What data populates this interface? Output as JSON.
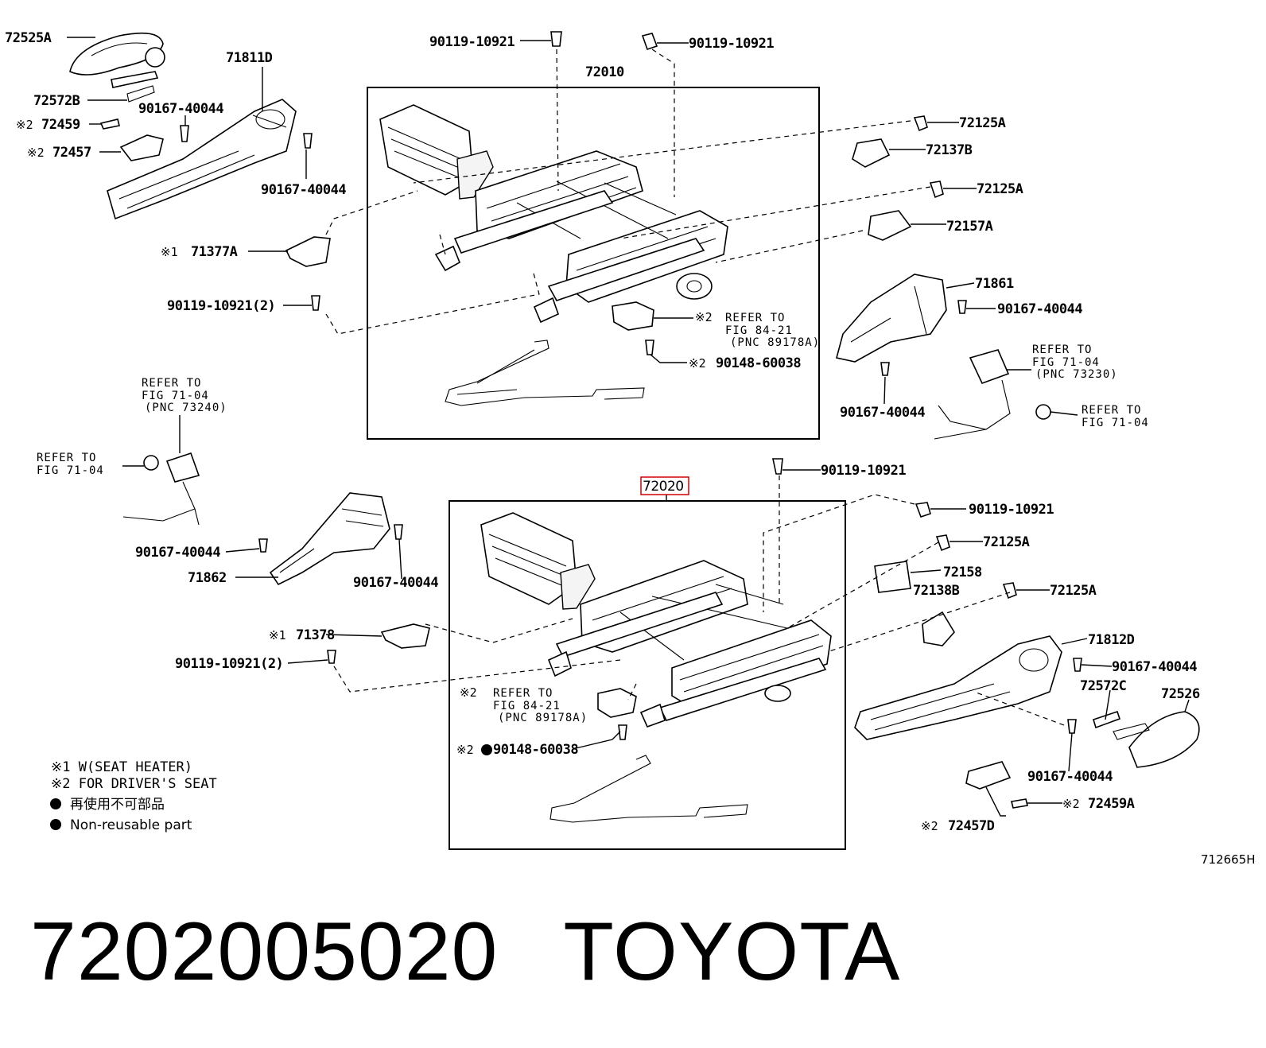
{
  "figure": {
    "figure_id": "712665H",
    "labels": {
      "p72525A": "72525A",
      "p72572B": "72572B",
      "p72459": "72459",
      "p72457": "72457",
      "p71811D": "71811D",
      "p90167_a": "90167-40044",
      "p90167_b": "90167-40044",
      "p90119_top1": "90119-10921",
      "p90119_top2": "90119-10921",
      "p72010": "72010",
      "p72125A_1": "72125A",
      "p72137B": "72137B",
      "p72125A_2": "72125A",
      "p72157A": "72157A",
      "p71377A": "71377A",
      "p90119_2a": "90119-10921(2)",
      "p71861": "71861",
      "p90167_c": "90167-40044",
      "p90167_d": "90167-40044",
      "p90148_a": "90148-60038",
      "p90119_mid": "90119-10921",
      "p72020": "72020",
      "p90119_r": "90119-10921",
      "p72125A_3": "72125A",
      "p72158": "72158",
      "p72138B": "72138B",
      "p72125A_4": "72125A",
      "p90167_e": "90167-40044",
      "p71862": "71862",
      "p90167_f": "90167-40044",
      "p71378": "71378",
      "p90119_2b": "90119-10921(2)",
      "p71812D": "71812D",
      "p90167_g": "90167-40044",
      "p72572C": "72572C",
      "p72526": "72526",
      "p90148_b": "90148-60038",
      "p90167_h": "90167-40044",
      "p72459A": "72459A",
      "p72457D": "72457D"
    },
    "marks": {
      "m1": "※1",
      "m2": "※2"
    },
    "refs": {
      "refer_to": "REFER TO",
      "fig_71_04": "FIG 71-04",
      "fig_84_21": "FIG 84-21",
      "pnc_89178A": "(PNC 89178A)",
      "pnc_73230": "(PNC 73230)",
      "pnc_73240": "(PNC 73240)"
    },
    "legend": {
      "note1": "※1 W(SEAT HEATER)",
      "note2": "※2 FOR DRIVER'S SEAT",
      "note3": "再使用不可部品",
      "note4": "Non-reusable part"
    }
  },
  "caption": {
    "part_number": "7202005020",
    "brand": "TOYOTA"
  }
}
